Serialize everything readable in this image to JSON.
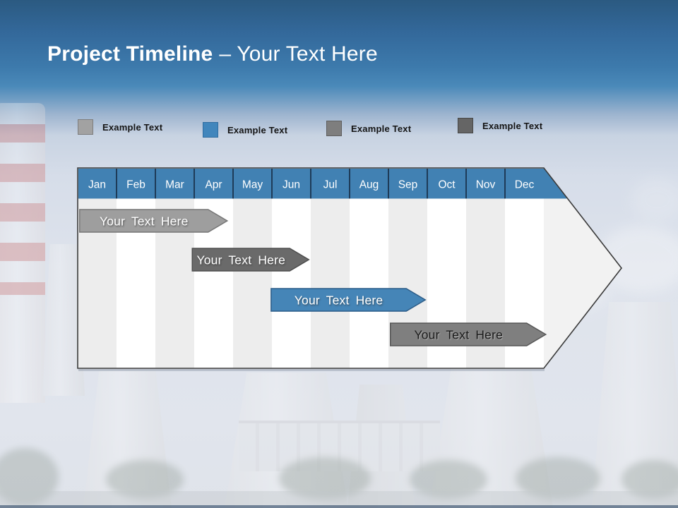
{
  "slide_title": {
    "bold": "Project Timeline",
    "rest": "– Your Text Here"
  },
  "legend": {
    "items": [
      {
        "label": "Example Text",
        "color": "#a2a2a2",
        "border": "#7d7d7d"
      },
      {
        "label": "Example Text",
        "color": "#4186bc",
        "border": "#2e6ca0"
      },
      {
        "label": "Example Text",
        "color": "#7e7e7e",
        "border": "#5f5f5f"
      },
      {
        "label": "Example Text",
        "color": "#656565",
        "border": "#474747"
      }
    ]
  },
  "chart_data": {
    "type": "gantt",
    "title": "Project Timeline",
    "x_axis": {
      "unit": "months",
      "categories": [
        "Jan",
        "Feb",
        "Mar",
        "Apr",
        "May",
        "Jun",
        "Jul",
        "Aug",
        "Sep",
        "Oct",
        "Nov",
        "Dec"
      ]
    },
    "header_color": "#4181b3",
    "header_separator_color": "#1e3b58",
    "stripe_colors": [
      "#ededed",
      "#ffffff"
    ],
    "arrow_fill": "#f2f2f2",
    "arrow_outline": "#3a3a3a",
    "tasks": [
      {
        "label": "Your Text Here",
        "start": 0.05,
        "end": 3.85,
        "start_month": "Jan",
        "end_month": "Apr",
        "fill": "#9e9e9e",
        "stroke": "#767676",
        "label_color": "#ffffff"
      },
      {
        "label": "Your Text Here",
        "start": 2.95,
        "end": 5.95,
        "start_month": "Apr",
        "end_month": "Jun",
        "fill": "#6a6a6a",
        "stroke": "#4e4e4e",
        "label_color": "#ffffff"
      },
      {
        "label": "Your Text Here",
        "start": 4.98,
        "end": 8.95,
        "start_month": "Jun",
        "end_month": "Sep",
        "fill": "#4585b7",
        "stroke": "#2d5d88",
        "label_color": "#ffffff"
      },
      {
        "label": "Your Text Here",
        "start": 8.05,
        "end": 12.05,
        "start_month": "Sep",
        "end_month": "Dec",
        "fill": "#7f7f7f",
        "stroke": "#575757",
        "label_color": "#1a1a1a"
      }
    ]
  }
}
